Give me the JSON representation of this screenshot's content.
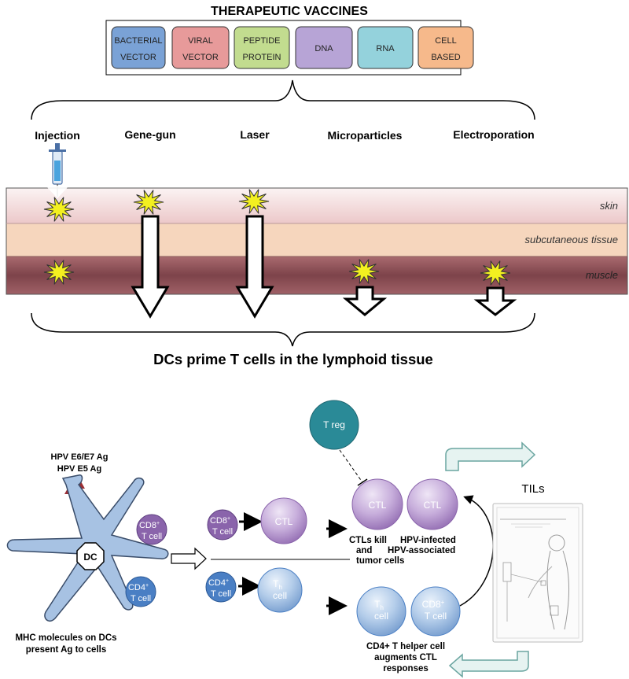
{
  "title": "THERAPEUTIC VACCINES",
  "vaccine_types": [
    {
      "line1": "BACTERIAL",
      "line2": "VECTOR",
      "color": "#7aa2d6"
    },
    {
      "line1": "VIRAL",
      "line2": "VECTOR",
      "color": "#e79a9a"
    },
    {
      "line1": "PEPTIDE",
      "line2": "PROTEIN",
      "color": "#c2dc8f"
    },
    {
      "line1": "DNA",
      "line2": "",
      "color": "#b7a4d6"
    },
    {
      "line1": "RNA",
      "line2": "",
      "color": "#94d2dc"
    },
    {
      "line1": "CELL",
      "line2": "BASED",
      "color": "#f6b98b"
    }
  ],
  "delivery_methods": [
    "Injection",
    "Gene-gun",
    "Laser",
    "Microparticles",
    "Electroporation"
  ],
  "tissue_layers": {
    "skin": "skin",
    "subcutaneous": "subcutaneous  tissue",
    "muscle": "muscle"
  },
  "prime_heading": "DCs prime T cells in the lymphoid tissue",
  "antigens": {
    "line1": "HPV E6/E7 Ag",
    "line2": "HPV E5 Ag"
  },
  "dc_label": "DC",
  "dc_caption": {
    "line1": "MHC molecules on DCs",
    "line2": "present Ag to cells"
  },
  "cells": {
    "cd8_main": "CD8",
    "cd4_main": "CD4",
    "tcell": "T cell",
    "plus": "+",
    "ctl": "CTL",
    "th": "T",
    "th_sub": "h",
    "cell": "cell",
    "treg": "T reg"
  },
  "ctl_caption": {
    "a1": "CTLs kill",
    "b1": "HPV-infected",
    "a2": "and",
    "b2": "HPV-associated",
    "a3": "tumor cells"
  },
  "th_caption": {
    "line1": "CD4+ T helper cell",
    "line2": "augments CTL",
    "line3": "responses"
  },
  "tils_label": "TILs",
  "colors": {
    "skin": "#f3dede",
    "subcutaneous": "#f6d6bd",
    "muscle": "#8e5258",
    "purple_cell": "#8a64ab",
    "blue_cell": "#4a7fc4",
    "treg": "#2a8a97",
    "dc": "#a7c2e3",
    "star": "#f3f020"
  }
}
